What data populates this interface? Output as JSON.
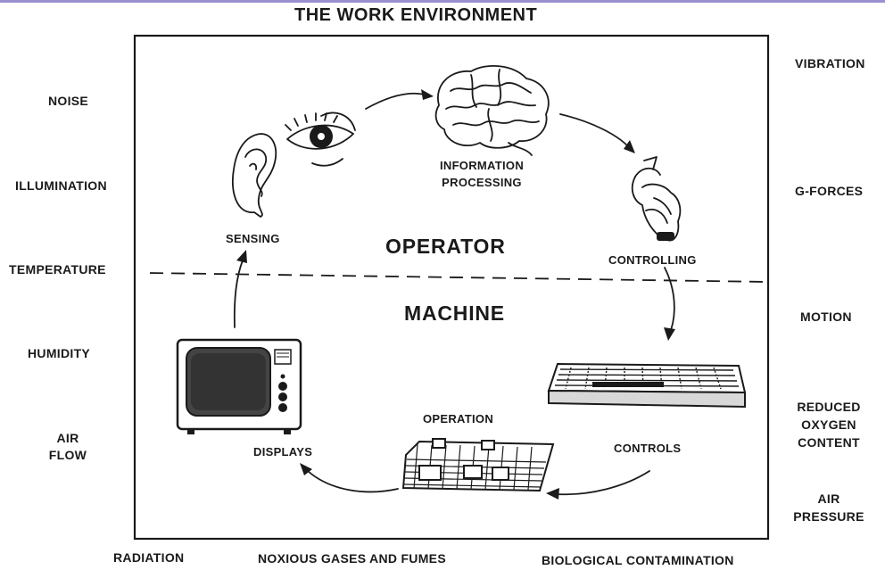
{
  "title": "THE WORK ENVIRONMENT",
  "left_factors": {
    "noise": "NOISE",
    "illumination": "ILLUMINATION",
    "temperature": "TEMPERATURE",
    "humidity": "HUMIDITY",
    "air_flow": [
      "AIR",
      "FLOW"
    ]
  },
  "right_factors": {
    "vibration": "VIBRATION",
    "g_forces": "G-FORCES",
    "motion": "MOTION",
    "reduced_oxygen": [
      "REDUCED",
      "OXYGEN",
      "CONTENT"
    ],
    "air_pressure": [
      "AIR",
      "PRESSURE"
    ]
  },
  "bottom_factors": {
    "radiation": "RADIATION",
    "noxious": "NOXIOUS GASES AND FUMES",
    "biological": "BIOLOGICAL CONTAMINATION"
  },
  "operator": {
    "label": "OPERATOR",
    "sensing": "SENSING",
    "information_processing": [
      "INFORMATION",
      "PROCESSING"
    ],
    "controlling": "CONTROLLING"
  },
  "machine": {
    "label": "MACHINE",
    "displays": "DISPLAYS",
    "operation": "OPERATION",
    "controls": "CONTROLS"
  },
  "icons": [
    "ear-icon",
    "eye-icon",
    "brain-icon",
    "hand-icon",
    "television-icon",
    "keyboard-icon",
    "machine-grid-icon"
  ]
}
